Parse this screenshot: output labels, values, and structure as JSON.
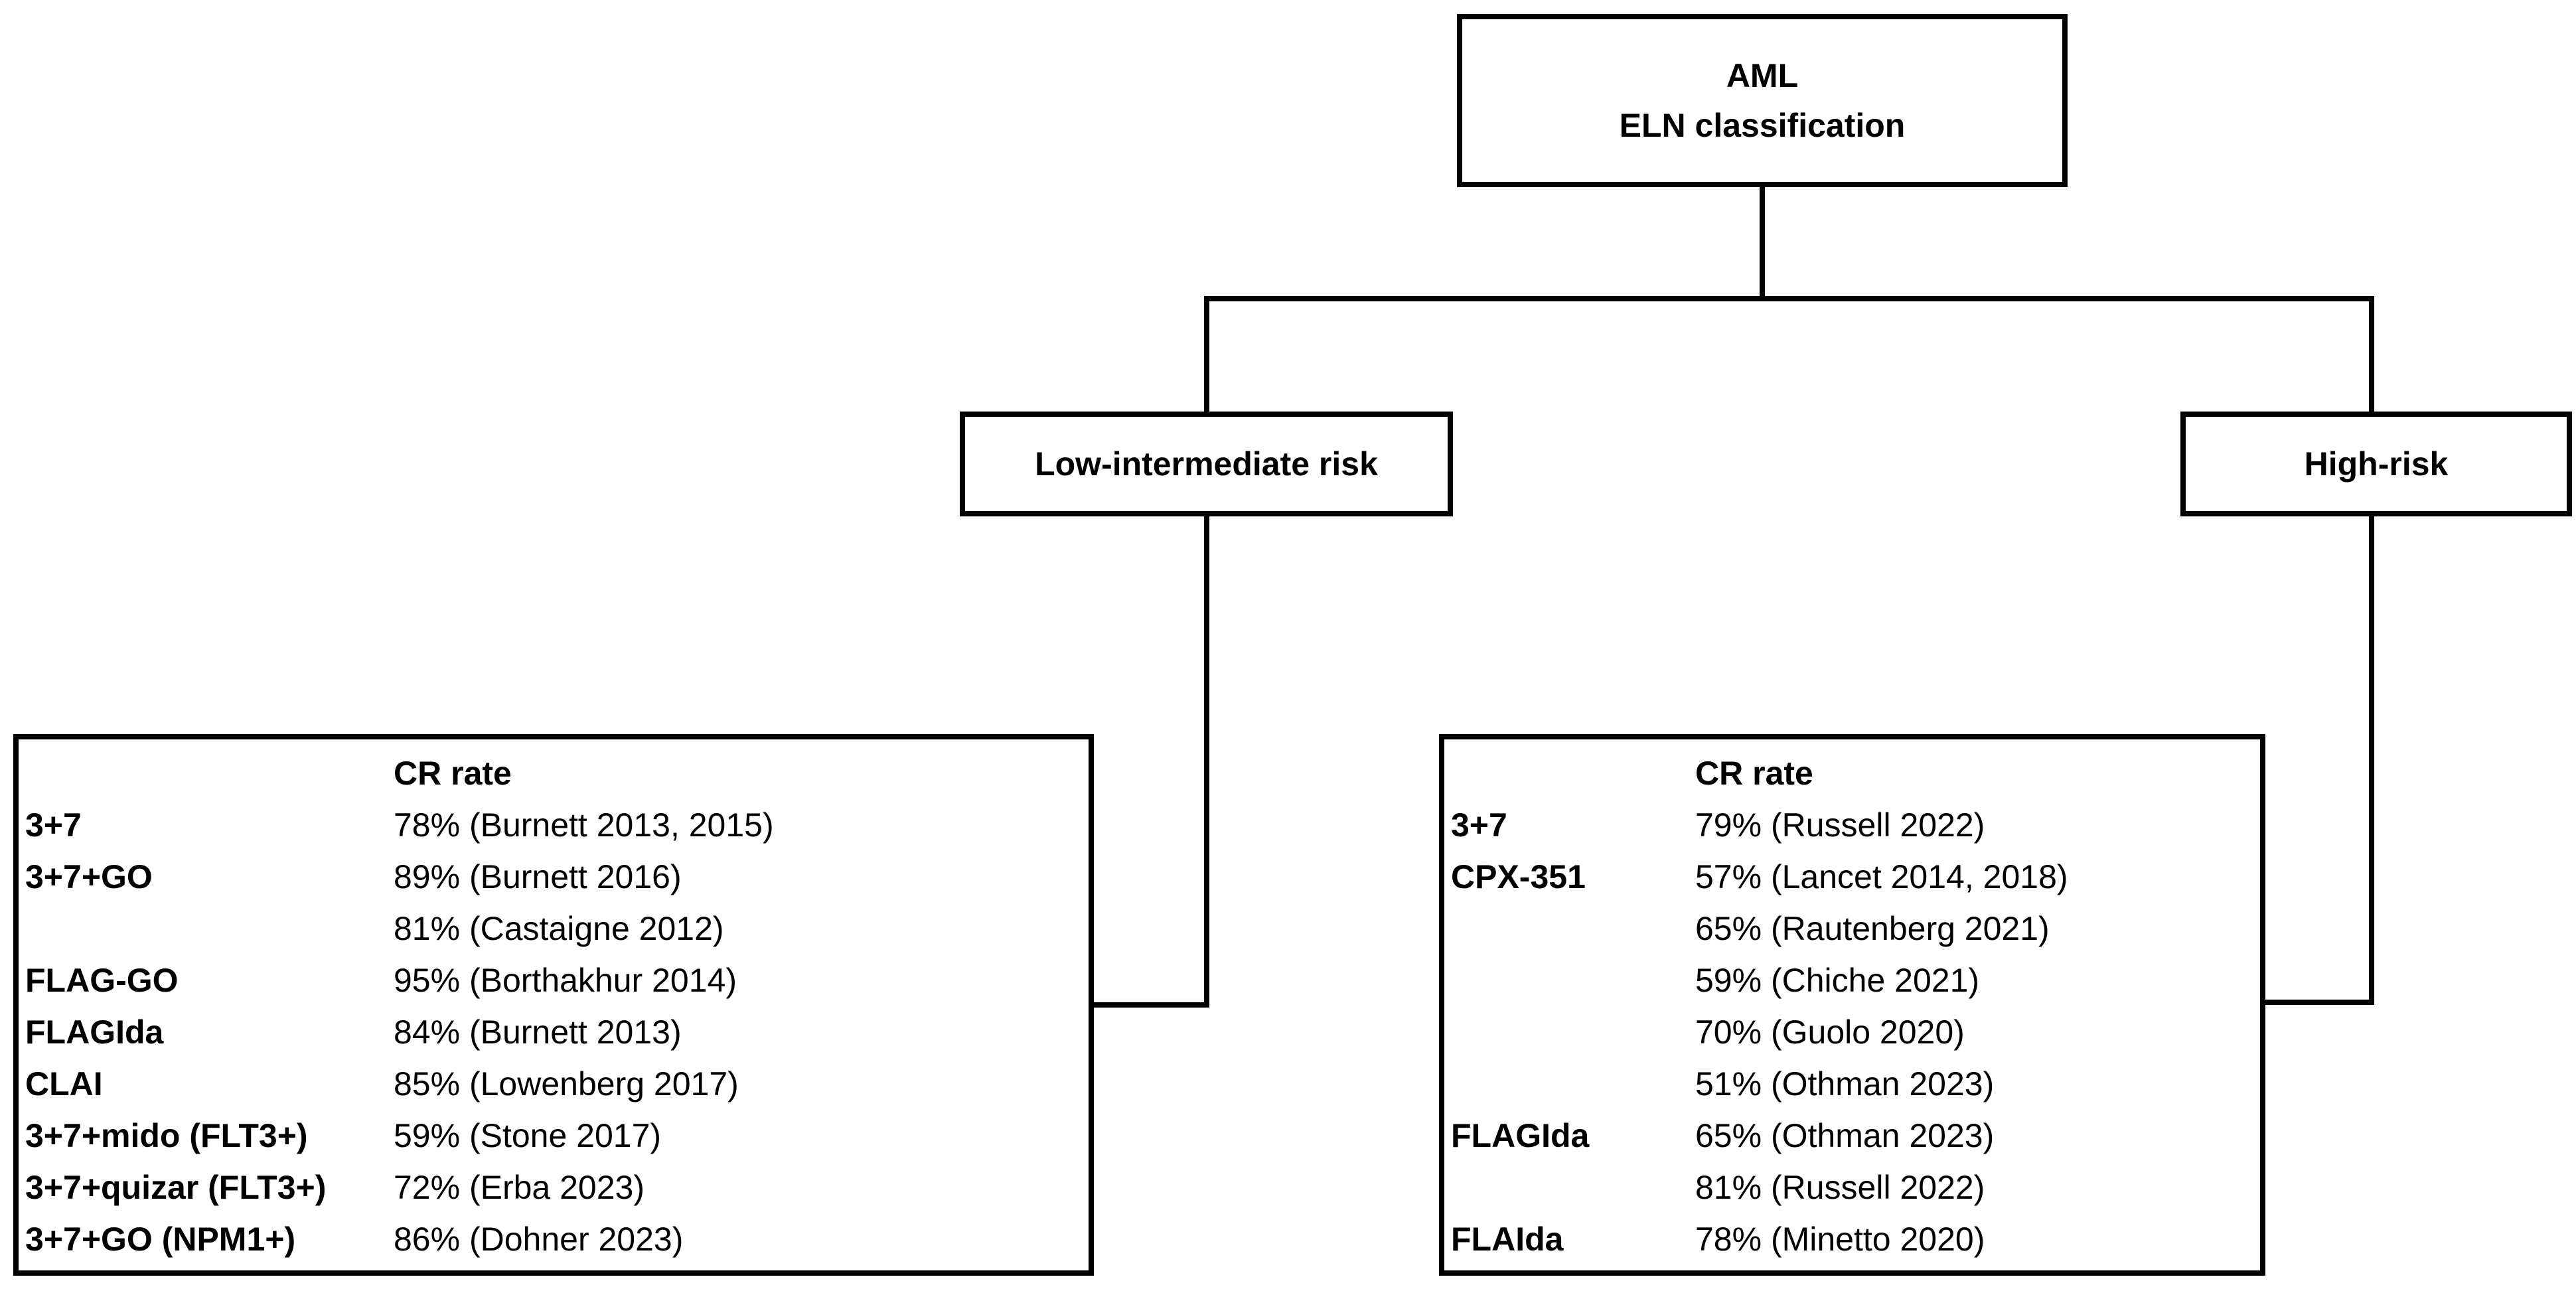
{
  "root": {
    "line1": "AML",
    "line2": "ELN classification"
  },
  "low_risk": {
    "label": "Low-intermediate risk",
    "header": "CR rate",
    "rows": [
      {
        "regimen": "3+7",
        "cr": "78% (Burnett 2013, 2015)"
      },
      {
        "regimen": "3+7+GO",
        "cr": "89% (Burnett 2016)"
      },
      {
        "regimen": "",
        "cr": "81% (Castaigne 2012)"
      },
      {
        "regimen": "FLAG-GO",
        "cr": "95% (Borthakhur 2014)"
      },
      {
        "regimen": "FLAGIda",
        "cr": "84% (Burnett 2013)"
      },
      {
        "regimen": "CLAI",
        "cr": "85% (Lowenberg 2017)"
      },
      {
        "regimen": "3+7+mido (FLT3+)",
        "cr": "59% (Stone 2017)"
      },
      {
        "regimen": "3+7+quizar (FLT3+)",
        "cr": "72% (Erba 2023)"
      },
      {
        "regimen": "3+7+GO (NPM1+)",
        "cr": "86% (Dohner 2023)"
      }
    ]
  },
  "high_risk": {
    "label": "High-risk",
    "header": "CR rate",
    "rows": [
      {
        "regimen": "3+7",
        "cr": "79% (Russell 2022)"
      },
      {
        "regimen": "CPX-351",
        "cr": "57% (Lancet 2014, 2018)"
      },
      {
        "regimen": "",
        "cr": "65% (Rautenberg 2021)"
      },
      {
        "regimen": "",
        "cr": "59% (Chiche 2021)"
      },
      {
        "regimen": "",
        "cr": "70% (Guolo 2020)"
      },
      {
        "regimen": "",
        "cr": "51% (Othman 2023)"
      },
      {
        "regimen": "FLAGIda",
        "cr": "65% (Othman 2023)"
      },
      {
        "regimen": "",
        "cr": "81% (Russell 2022)"
      },
      {
        "regimen": "FLAIda",
        "cr": "78% (Minetto 2020)"
      }
    ]
  }
}
